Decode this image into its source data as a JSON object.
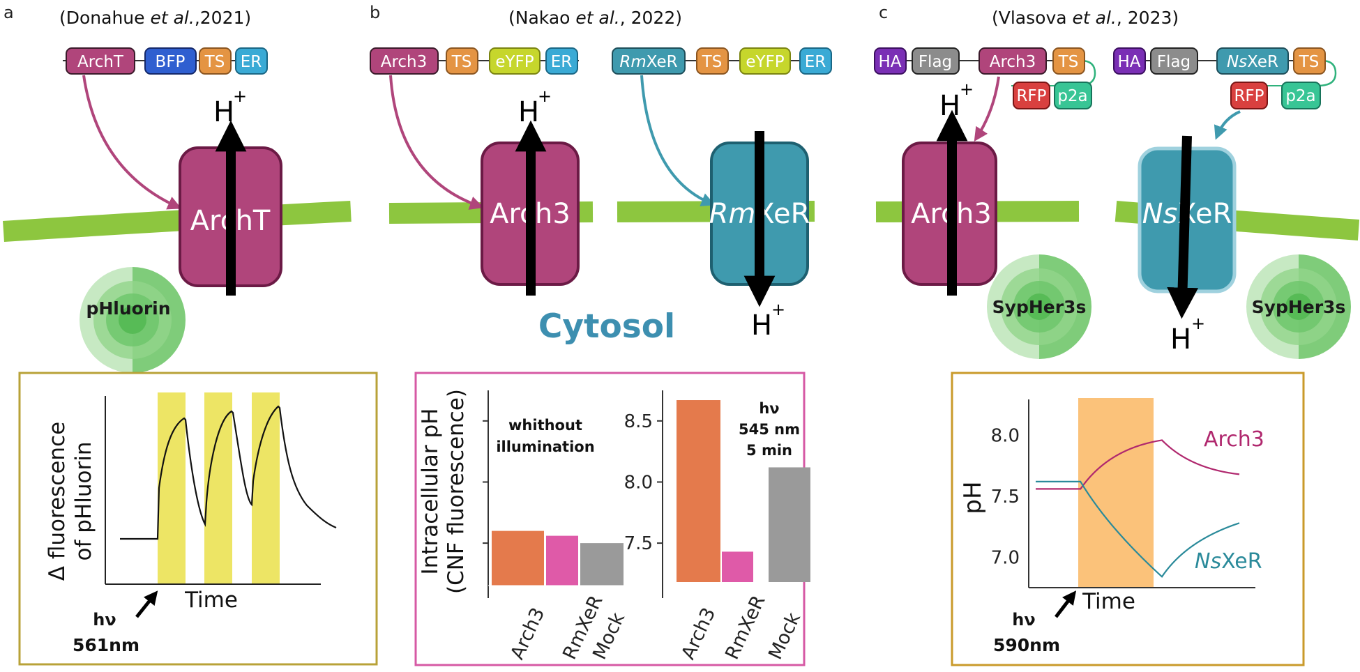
{
  "panels": {
    "a": {
      "letter": "a",
      "citation_pre": "(Donahue ",
      "citation_etal": "et al.",
      "citation_post": ",2021)",
      "tags": [
        "ArchT",
        "BFP",
        "TS",
        "ER"
      ],
      "protein": "ArchT",
      "hplus": "H",
      "hplus_sup": "+",
      "sensor": "pHluorin",
      "chart": {
        "ylabel_line1": "Δ fluorescence",
        "ylabel_line2": "of pHluorin",
        "xlabel": "Time",
        "hv": "hν",
        "wavelength": "561nm"
      }
    },
    "b": {
      "letter": "b",
      "citation_pre": "(Nakao ",
      "citation_etal": "et al.",
      "citation_post": ", 2022)",
      "tags_left": [
        "Arch3",
        "TS",
        "eYFP",
        "ER"
      ],
      "tags_right_italic": "Rm",
      "tags_right_rest": "XeR",
      "tags_right": [
        "TS",
        "eYFP",
        "ER"
      ],
      "protein_left": "Arch3",
      "protein_right_italic": "Rm",
      "protein_right_rest": "XeR",
      "hplus": "H",
      "hplus_sup": "+",
      "cytosol": "Cytosol"
    },
    "c": {
      "letter": "c",
      "citation_pre": "(Vlasova ",
      "citation_etal": "et al.",
      "citation_post": ", 2023)",
      "tags_left": [
        "HA",
        "Flag",
        "Arch3",
        "TS"
      ],
      "tags_left_row2": [
        "RFP",
        "p2a"
      ],
      "tags_right_first": [
        "HA",
        "Flag"
      ],
      "tags_right_italic": "Ns",
      "tags_right_rest": "XeR",
      "tags_right_last": "TS",
      "tags_right_row2": [
        "RFP",
        "p2a"
      ],
      "protein_left": "Arch3",
      "protein_right_italic": "Ns",
      "protein_right_rest": "XeR",
      "hplus": "H",
      "hplus_sup": "+",
      "sensor": "SypHer3s",
      "chart": {
        "ylabel": "pH",
        "xlabel": "Time",
        "hv": "hν",
        "wavelength": "590nm"
      }
    }
  },
  "colors": {
    "magenta": "#b0457b",
    "magenta_dark": "#6b1a45",
    "teal": "#3f9aae",
    "teal_dark": "#1e6070",
    "membrane": "#8dc63f",
    "yellow": "#ede565",
    "orange_bar": "#e47a4c",
    "pink_bar": "#df5aa8",
    "gray_bar": "#9a9a9a",
    "cytosol": "#3d8fb0",
    "frame_gold": "#b8a238",
    "frame_pink": "#d659a4",
    "frame_gold2": "#c99a2a",
    "light_orange": "#fbc27a",
    "arch3_line": "#b0286e",
    "nsxer_line": "#2a8a9a"
  },
  "chart_data": [
    {
      "type": "line",
      "panel": "a",
      "ylabel": "Δ fluorescence of pHluorin",
      "xlabel": "Time",
      "illumination_windows": 3,
      "annotation": "hν 561nm"
    },
    {
      "type": "bar",
      "panel": "b-left",
      "title": "whithout illumination",
      "ylabel": "Intracellular pH (CNF fluorescence)",
      "categories": [
        "Arch3",
        "RmXeR",
        "Mock"
      ],
      "values": [
        7.6,
        7.56,
        7.5
      ],
      "ylim": [
        7.05,
        8.75
      ]
    },
    {
      "type": "bar",
      "panel": "b-right",
      "title_lines": [
        "hν",
        "545 nm",
        "5 min"
      ],
      "categories": [
        "Arch3",
        "RmXeR",
        "Mock"
      ],
      "values": [
        8.67,
        7.43,
        8.12
      ],
      "yticks": [
        7.5,
        8.0,
        8.5
      ],
      "ylim": [
        7.05,
        8.75
      ]
    },
    {
      "type": "line",
      "panel": "c",
      "ylabel": "pH",
      "xlabel": "Time",
      "yticks": [
        7.0,
        7.5,
        8.0
      ],
      "ylim": [
        6.75,
        8.3
      ],
      "series": [
        {
          "name": "Arch3",
          "points": [
            [
              0,
              7.56
            ],
            [
              0.22,
              7.56
            ],
            [
              0.62,
              7.96
            ],
            [
              1.0,
              7.68
            ]
          ]
        },
        {
          "name": "NsXeR",
          "points": [
            [
              0,
              7.62
            ],
            [
              0.22,
              7.62
            ],
            [
              0.62,
              6.84
            ],
            [
              1.0,
              7.28
            ]
          ]
        }
      ],
      "annotation": "hν 590nm"
    }
  ]
}
